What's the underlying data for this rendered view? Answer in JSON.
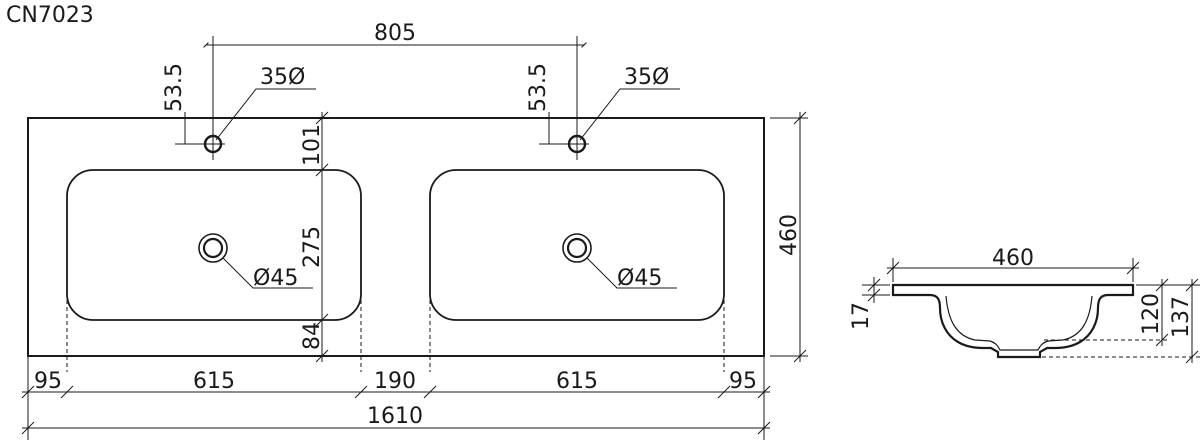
{
  "model": "CN7023",
  "top_view": {
    "dims": {
      "faucet_spacing": "805",
      "faucet_offset_left": "53.5",
      "faucet_offset_right": "53.5",
      "faucet_hole_left": "35Ø",
      "faucet_hole_right": "35Ø",
      "edge_to_bowl": "101",
      "bowl_depth": "275",
      "bowl_to_front": "84",
      "drain_left": "Ø45",
      "drain_right": "Ø45",
      "overall_depth": "460",
      "seg_1": "95",
      "seg_2": "615",
      "seg_3": "190",
      "seg_4": "615",
      "seg_5": "95",
      "overall_width": "1610"
    }
  },
  "side_view": {
    "dims": {
      "width": "460",
      "slab_thickness": "17",
      "bowl_height": "120",
      "total_height": "137"
    }
  }
}
